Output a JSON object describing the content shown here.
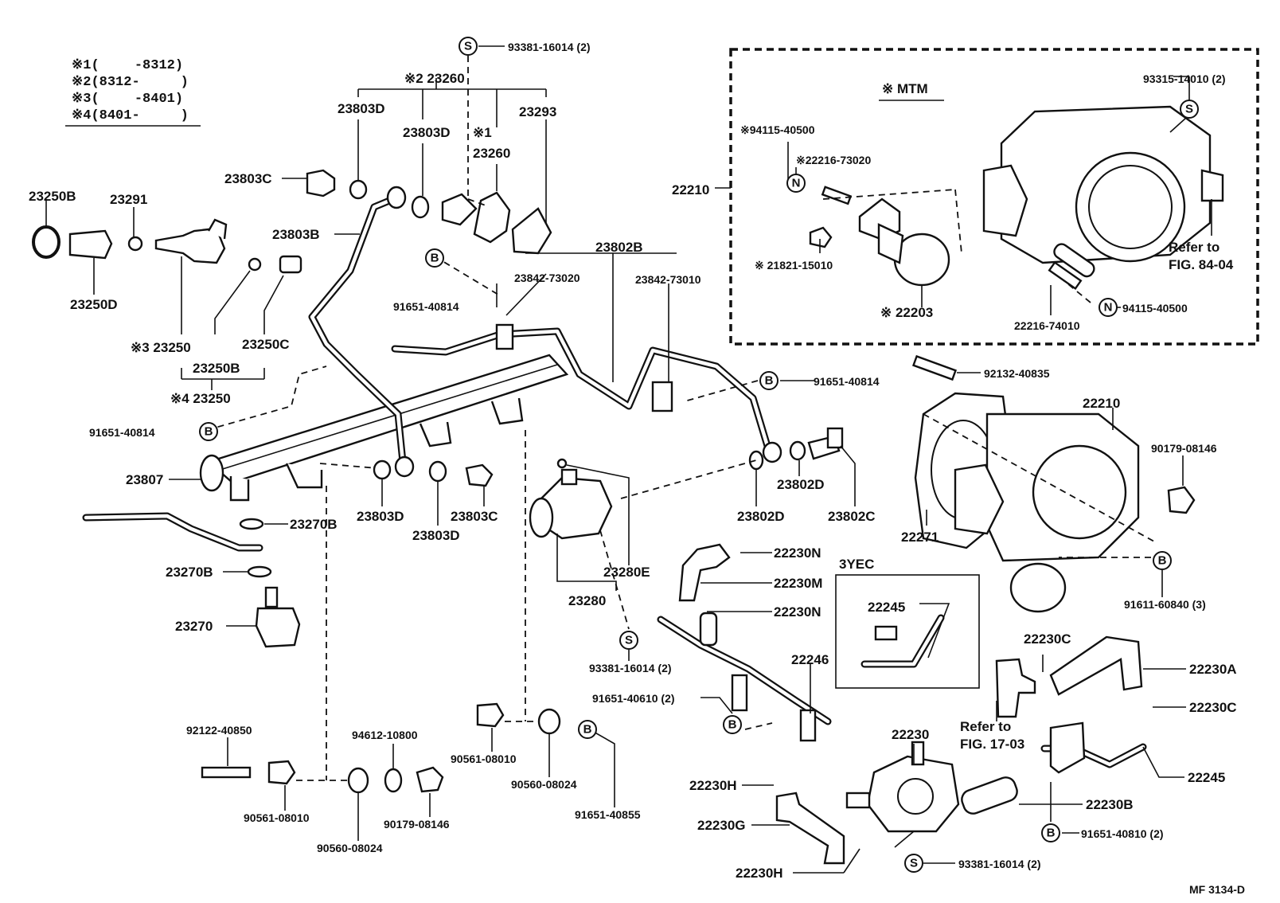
{
  "legend": {
    "lines": [
      "※1(　　 -8312)",
      "※2(8312-　　　)",
      "※3(　　 -8401)",
      "※4(8401-　　　)"
    ]
  },
  "inset_mtm": {
    "title": "※ MTM"
  },
  "inset_3yec": {
    "title": "3YEC",
    "part": "22245"
  },
  "labels": {
    "s_93381_top": "93381-16014 (2)",
    "n_23260_2": "※2 23260",
    "n_23803D_a": "23803D",
    "n_23803D_b": "23803D",
    "n_23293": "23293",
    "n_23260_1_mark": "※1",
    "n_23260_1": "23260",
    "n_23803C_a": "23803C",
    "n_23250B_a": "23250B",
    "n_23291": "23291",
    "n_23803B": "23803B",
    "n_23250D": "23250D",
    "n_23250_3": "※3 23250",
    "n_23250C": "23250C",
    "n_23250B_b": "23250B",
    "n_23250_4": "※4 23250",
    "b_91651_40814_a": "91651-40814",
    "b_91651_40814_b": "91651-40814",
    "b_91651_40814_c": "91651-40814",
    "n_23802B": "23802B",
    "n_23842_73020": "23842-73020",
    "n_23842_73010": "23842-73010",
    "n_22210_a": "22210",
    "n_94115_40500_a": "※94115-40500",
    "n_22216_73020": "※22216-73020",
    "n_21821_15010": "※ 21821-15010",
    "n_22203": "※ 22203",
    "n_93315_14010": "93315-14010 (2)",
    "refer_84_a": "Refer to",
    "refer_84_b": "FIG. 84-04",
    "n_94115_40500_b": "94115-40500",
    "n_22216_74010": "22216-74010",
    "n_92132_40835": "92132-40835",
    "n_22210_b": "22210",
    "n_90179_08146_a": "90179-08146",
    "n_22271": "22271",
    "b_91611_60840": "91611-60840 (3)",
    "n_23807": "23807",
    "n_23803D_c": "23803D",
    "n_23803D_d": "23803D",
    "n_23803C_b": "23803C",
    "n_23802D_a": "23802D",
    "n_23802D_b": "23802D",
    "n_23802C": "23802C",
    "n_23270B_a": "23270B",
    "n_23270B_b": "23270B",
    "n_23270": "23270",
    "n_23280E": "23280E",
    "n_23280": "23280",
    "s_93381_mid": "93381-16014 (2)",
    "n_22230N_a": "22230N",
    "n_22230M": "22230M",
    "n_22230N_b": "22230N",
    "n_22246": "22246",
    "n_91651_40610": "91651-40610 (2)",
    "n_22230C_a": "22230C",
    "n_22230A": "22230A",
    "n_22230C_b": "22230C",
    "refer_17_a": "Refer to",
    "refer_17_b": "FIG. 17-03",
    "n_22245": "22245",
    "n_22230": "22230",
    "n_22230H_a": "22230H",
    "n_22230G": "22230G",
    "n_22230H_b": "22230H",
    "n_22230B": "22230B",
    "b_91651_40810": "91651-40810 (2)",
    "s_93381_bot": "93381-16014 (2)",
    "n_92122_40850": "92122-40850",
    "n_90561_08010_a": "90561-08010",
    "n_90560_08024_a": "90560-08024",
    "n_94612_10800": "94612-10800",
    "n_90179_08146_b": "90179-08146",
    "n_90561_08010_b": "90561-08010",
    "n_90560_08024_b": "90560-08024",
    "b_91651_40855": "91651-40855",
    "footer_code": "MF 3134-D"
  },
  "symbols": {
    "s": "S",
    "b": "B",
    "n": "N"
  }
}
